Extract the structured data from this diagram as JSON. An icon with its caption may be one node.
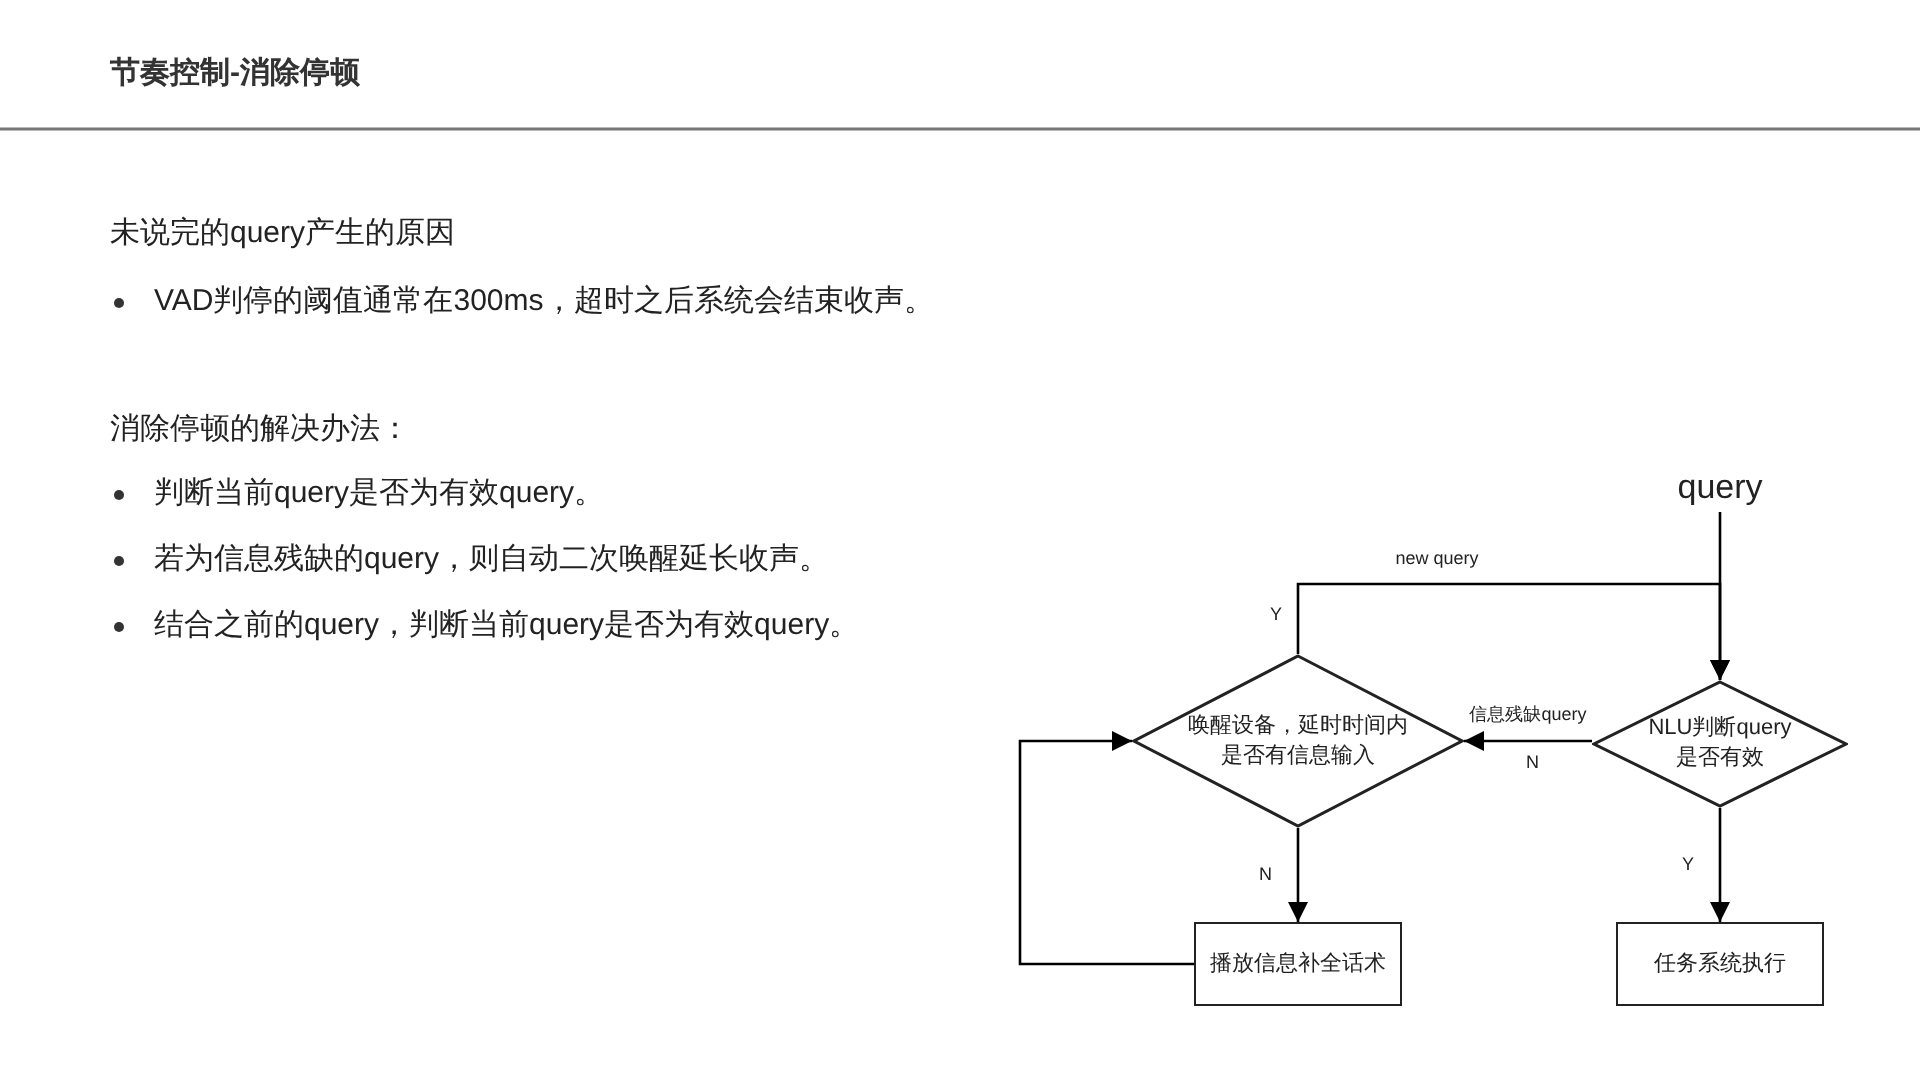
{
  "diagram": {
    "title": "节奏控制-消除停顿",
    "nodes": [
      {
        "text": [
          "query"
        ]
      },
      {
        "text": [
          "NLU判断query是否有效"
        ]
      },
      {
        "text": [
          "唤醒设备，延时时间内是否有信息输入"
        ]
      },
      {
        "text": [
          "播放信息补全话术"
        ]
      },
      {
        "text": [
          "任务系统执行"
        ]
      }
    ],
    "edges": [
      {
        "from": 0,
        "to": 1,
        "arrow": "to"
      },
      {
        "from": 2,
        "to": 1,
        "arrow": "to",
        "label": "new query"
      },
      {
        "from": 1,
        "to": 2,
        "arrow": "to",
        "label": "信息残缺query"
      },
      {
        "from": 2,
        "to": 3,
        "arrow": "to",
        "label": "N"
      },
      {
        "from": 1,
        "to": 4,
        "arrow": "to",
        "label": "Y"
      },
      {
        "from": 3,
        "to": 2,
        "arrow": "to"
      }
    ],
    "labels": [
      "未说完的query产生的原因",
      "VAD判停的阈值通常在300ms，超时之后系统会结束收声。",
      "消除停顿的解决办法：",
      "判断当前query是否为有效query。",
      "若为信息残缺的query，则自动二次唤醒延长收声。",
      "结合之前的query，判断当前query是否为有效query。",
      "Y",
      "N"
    ]
  }
}
